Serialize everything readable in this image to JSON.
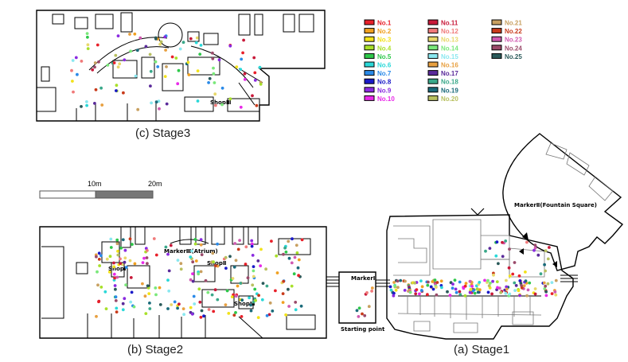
{
  "captions": {
    "stage3": "(c) Stage3",
    "stage2": "(b) Stage2",
    "stage1": "(a) Stage1"
  },
  "map_labels": {
    "shop_stage3": "ShopⅢ",
    "shop_stage2_left": "ShopⅠ",
    "marker3": "MarkerⅢ(Atrium)",
    "shop_stage2_mid": "ShopⅡ",
    "shop_stage2_low": "ShopⅢ",
    "marker1": "MarkerⅠ",
    "starting_point": "Starting point",
    "marker2": "MarkerⅡ(Fountain Square)"
  },
  "scale_bar": {
    "label_mid": "10m",
    "label_end": "20m"
  },
  "legend": [
    {
      "label": "No.1",
      "color": "#e8202a"
    },
    {
      "label": "No.2",
      "color": "#f0a020"
    },
    {
      "label": "No.3",
      "color": "#f2e21a"
    },
    {
      "label": "No.4",
      "color": "#a8e02a"
    },
    {
      "label": "No.5",
      "color": "#2ec84a"
    },
    {
      "label": "No.6",
      "color": "#2ad8d8"
    },
    {
      "label": "No.7",
      "color": "#2a8ae8"
    },
    {
      "label": "No.8",
      "color": "#1a1ac8"
    },
    {
      "label": "No.9",
      "color": "#8a2ae0"
    },
    {
      "label": "No.10",
      "color": "#e82ae8"
    },
    {
      "label": "No.11",
      "color": "#c81a3a"
    },
    {
      "label": "No.12",
      "color": "#f07a7a"
    },
    {
      "label": "No.13",
      "color": "#e8d86a"
    },
    {
      "label": "No.14",
      "color": "#7ae87a"
    },
    {
      "label": "No.15",
      "color": "#8ae8f0"
    },
    {
      "label": "No.16",
      "color": "#e8a040"
    },
    {
      "label": "No.17",
      "color": "#5a2a9a"
    },
    {
      "label": "No.18",
      "color": "#3aa88a"
    },
    {
      "label": "No.19",
      "color": "#1a6a7a"
    },
    {
      "label": "No.20",
      "color": "#b8c060"
    },
    {
      "label": "No.21",
      "color": "#c8a060"
    },
    {
      "label": "No.22",
      "color": "#c83a1a"
    },
    {
      "label": "No.23",
      "color": "#d05ab0"
    },
    {
      "label": "No.24",
      "color": "#9a4a6a"
    },
    {
      "label": "No.25",
      "color": "#2a5a5a"
    }
  ]
}
